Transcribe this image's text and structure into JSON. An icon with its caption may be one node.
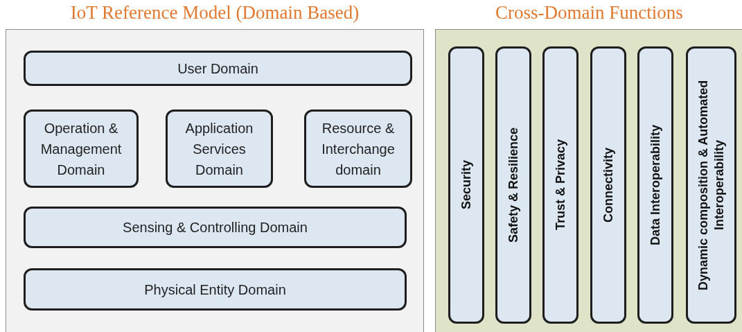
{
  "diagram": {
    "nodes": [
      {
        "text": [
          "IoT Reference Model (Domain Based)"
        ]
      },
      {
        "text": [
          "User Domain"
        ],
        "in": 0
      },
      {
        "text": [
          "Operation & Management Domain"
        ],
        "in": 0
      },
      {
        "text": [
          "Application Services Domain"
        ],
        "in": 0
      },
      {
        "text": [
          "Resource & Interchange domain"
        ],
        "in": 0
      },
      {
        "text": [
          "Sensing & Controlling Domain"
        ],
        "in": 0
      },
      {
        "text": [
          "Physical Entity Domain"
        ],
        "in": 0
      },
      {
        "text": [
          "Cross-Domain Functions"
        ]
      },
      {
        "text": [
          "Security"
        ],
        "in": 7
      },
      {
        "text": [
          "Safety & Resilience"
        ],
        "in": 7
      },
      {
        "text": [
          "Trust & Privacy"
        ],
        "in": 7
      },
      {
        "text": [
          "Connectivity"
        ],
        "in": 7
      },
      {
        "text": [
          "Data Interoperability"
        ],
        "in": 7
      },
      {
        "text": [
          "Dynamic composition & Automated Interoperability"
        ],
        "in": 7
      }
    ],
    "edges": []
  }
}
